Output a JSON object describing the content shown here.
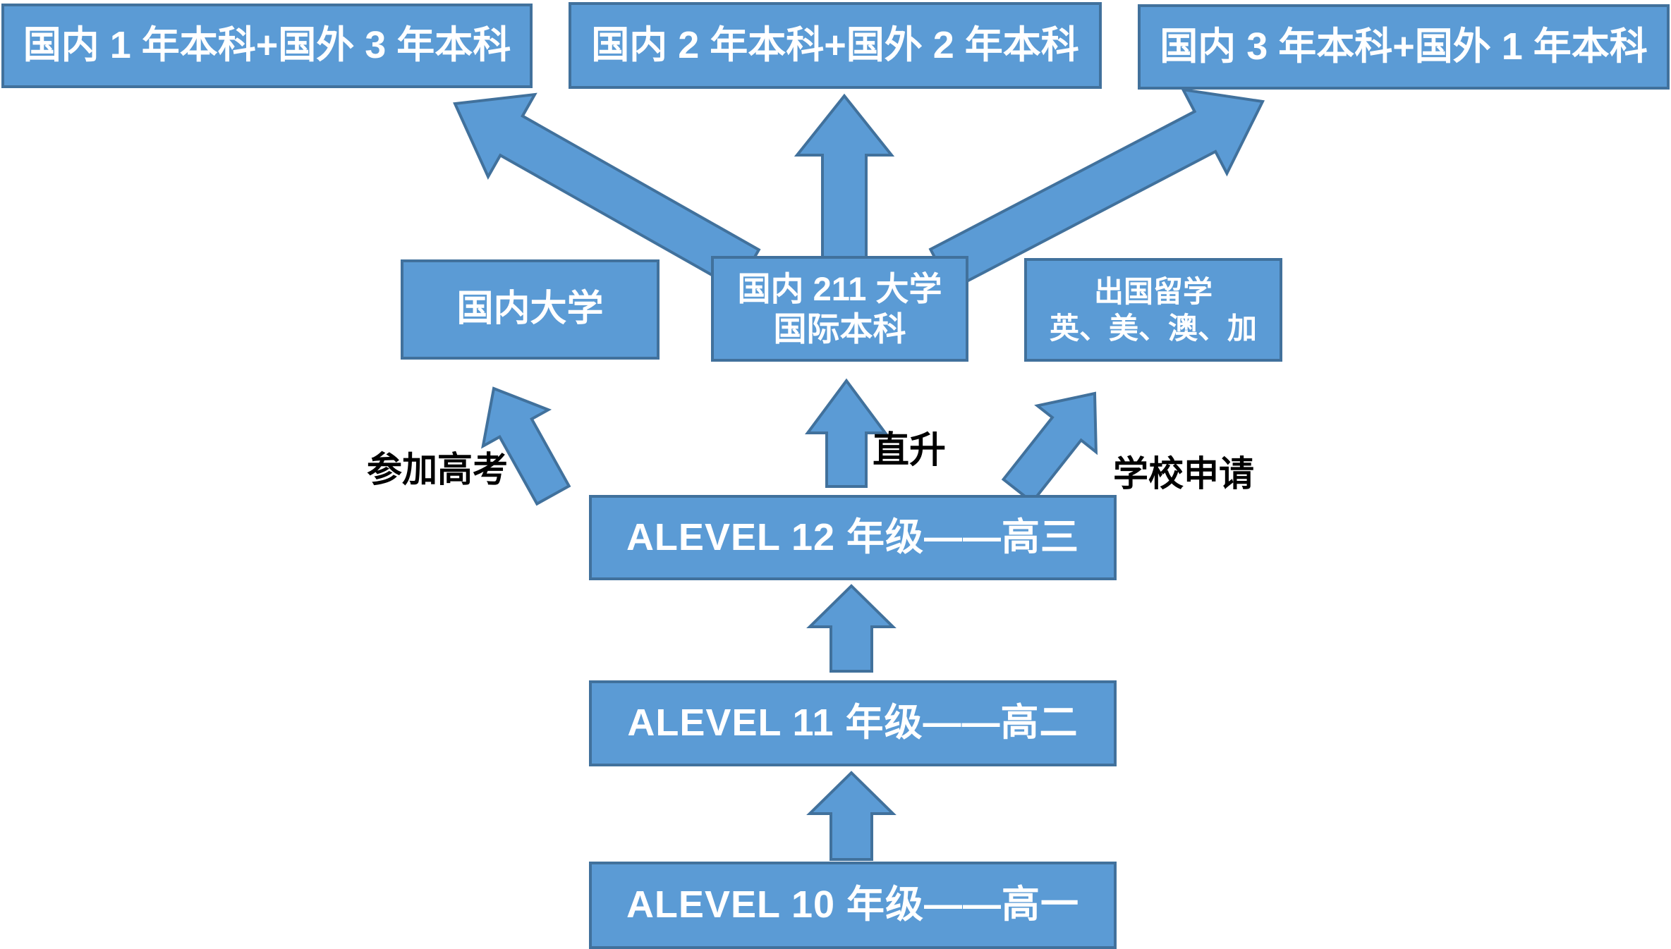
{
  "colors": {
    "shape_fill": "#5B9BD5",
    "shape_border": "#41719C",
    "box_text": "#FFFFFF",
    "label_text": "#000000"
  },
  "top_row": [
    {
      "label": "国内 1 年本科+国外 3 年本科"
    },
    {
      "label": "国内 2 年本科+国外 2 年本科"
    },
    {
      "label": "国内 3 年本科+国外 1 年本科"
    }
  ],
  "middle_row": [
    {
      "lines": [
        "国内大学"
      ]
    },
    {
      "lines": [
        "国内 211 大学",
        "国际本科"
      ]
    },
    {
      "lines": [
        "出国留学",
        "英、美、澳、加"
      ]
    }
  ],
  "path_labels": {
    "gaokao": "参加高考",
    "direct": "直升",
    "apply": "学校申请"
  },
  "grade_row": [
    {
      "label": "ALEVEL 12 年级——高三"
    },
    {
      "label": "ALEVEL 11 年级——高二"
    },
    {
      "label": "ALEVEL 10 年级——高一"
    }
  ]
}
